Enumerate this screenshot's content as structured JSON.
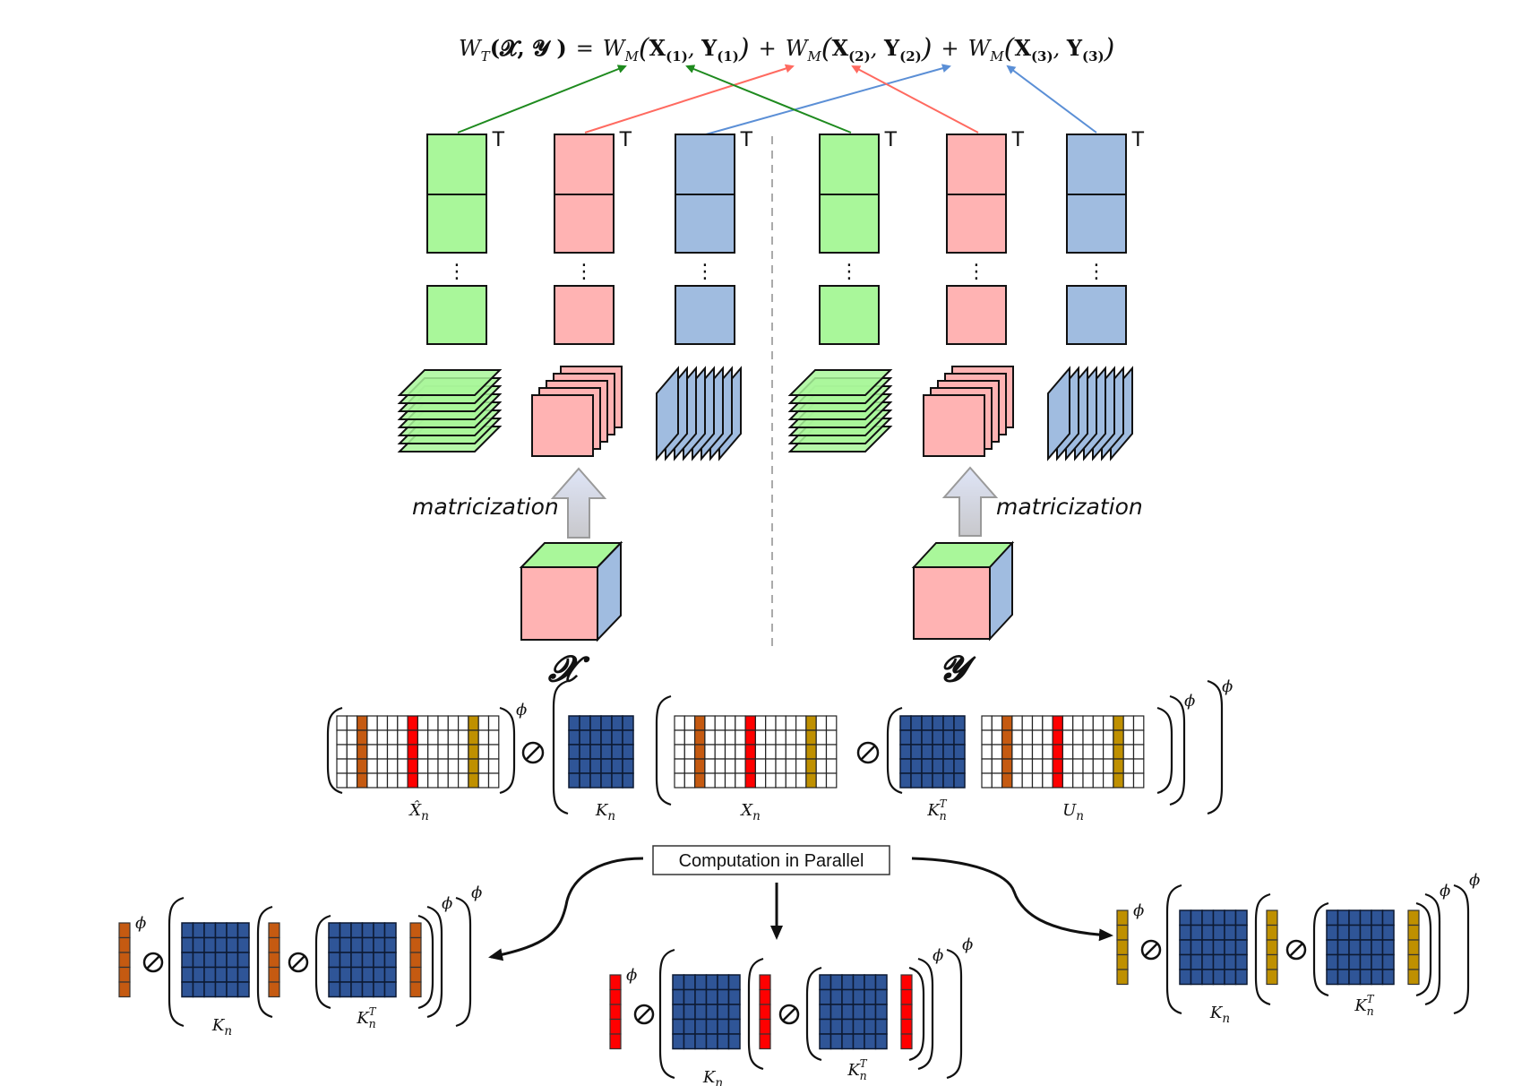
{
  "colors": {
    "mode1_green": "#a9f79a",
    "mode2_pink": "#ffb3b3",
    "mode3_blue": "#a0bce0",
    "arrow_green": "#1e8a1e",
    "arrow_red": "#ff6a60",
    "arrow_blue": "#5b8fd6",
    "kernel_blue": "#2f5597",
    "col_orange": "#c55a11",
    "col_red": "#ff0000",
    "col_gold": "#bf9000"
  },
  "formula": {
    "lhs": "W",
    "lhs_sub": "T",
    "lhs_args": "(𝓧, 𝓨 )",
    "equals": "=",
    "terms": [
      {
        "fn": "W",
        "sub": "M",
        "x": "X",
        "xsub": "(1)",
        "y": "Y",
        "ysub": "(1)"
      },
      {
        "fn": "W",
        "sub": "M",
        "x": "X",
        "xsub": "(2)",
        "y": "Y",
        "ysub": "(2)"
      },
      {
        "fn": "W",
        "sub": "M",
        "x": "X",
        "xsub": "(3)",
        "y": "Y",
        "ysub": "(3)"
      }
    ],
    "plus": "+"
  },
  "transpose_mark": "T",
  "ellipsis": "⋮",
  "tensors": [
    {
      "symbol": "𝓧",
      "label": "matricization"
    },
    {
      "symbol": "𝓨",
      "label": "matricization"
    }
  ],
  "main_equation": {
    "phi": "ϕ",
    "divide_symbol": "⊘",
    "labels": {
      "xhat": "X̂",
      "xhat_sub": "n",
      "kn": "K",
      "kn_sub": "n",
      "xn": "X",
      "xn_sub": "n",
      "knt": "K",
      "knt_sub": "n",
      "knt_sup": "T",
      "un": "U",
      "un_sub": "n"
    }
  },
  "parallel_box": {
    "label": "Computation in Parallel"
  },
  "parallel_blocks": [
    {
      "name": "orange",
      "kn_label": "K",
      "kn_sub": "n",
      "knt_label": "K",
      "knt_sub": "n",
      "knt_sup": "T"
    },
    {
      "name": "red",
      "kn_label": "K",
      "kn_sub": "n",
      "knt_label": "K",
      "knt_sub": "n",
      "knt_sup": "T"
    },
    {
      "name": "gold",
      "kn_label": "K",
      "kn_sub": "n",
      "knt_label": "K",
      "knt_sub": "n",
      "knt_sup": "T"
    }
  ]
}
